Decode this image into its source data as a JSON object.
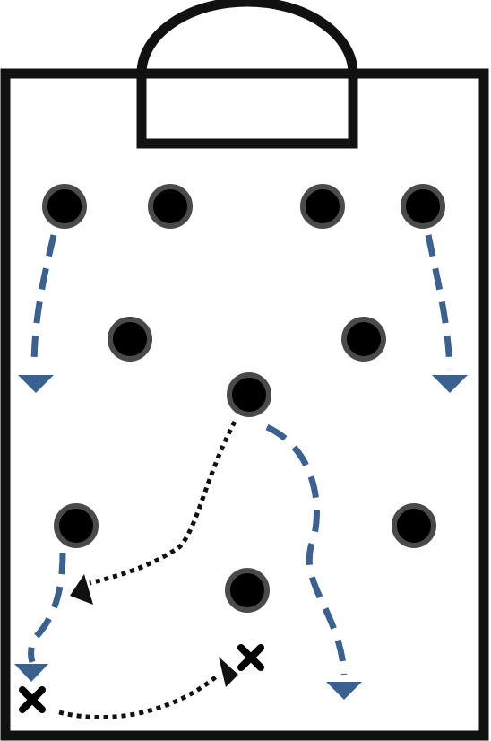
{
  "colors": {
    "outline": "#111111",
    "player_fill": "#000000",
    "player_ring": "#4a4a4a",
    "run_arrow": "#3a6190",
    "pass_arrow": "#111111",
    "background": "#ffffff"
  },
  "players": [
    {
      "id": "p1"
    },
    {
      "id": "p2"
    },
    {
      "id": "p3"
    },
    {
      "id": "p4"
    },
    {
      "id": "p5"
    },
    {
      "id": "p6"
    },
    {
      "id": "p7"
    },
    {
      "id": "p8"
    },
    {
      "id": "p9"
    },
    {
      "id": "p10"
    }
  ],
  "markers": [
    {
      "id": "x1",
      "icon": "cross-icon"
    },
    {
      "id": "x2",
      "icon": "cross-icon"
    }
  ],
  "arrows": [
    {
      "id": "run-left-top",
      "style": "dashed"
    },
    {
      "id": "run-right-top",
      "style": "dashed"
    },
    {
      "id": "run-center",
      "style": "dashed"
    },
    {
      "id": "run-left-bottom",
      "style": "dashed"
    },
    {
      "id": "pass-center-left",
      "style": "dotted"
    },
    {
      "id": "pass-bottom",
      "style": "dotted"
    }
  ]
}
